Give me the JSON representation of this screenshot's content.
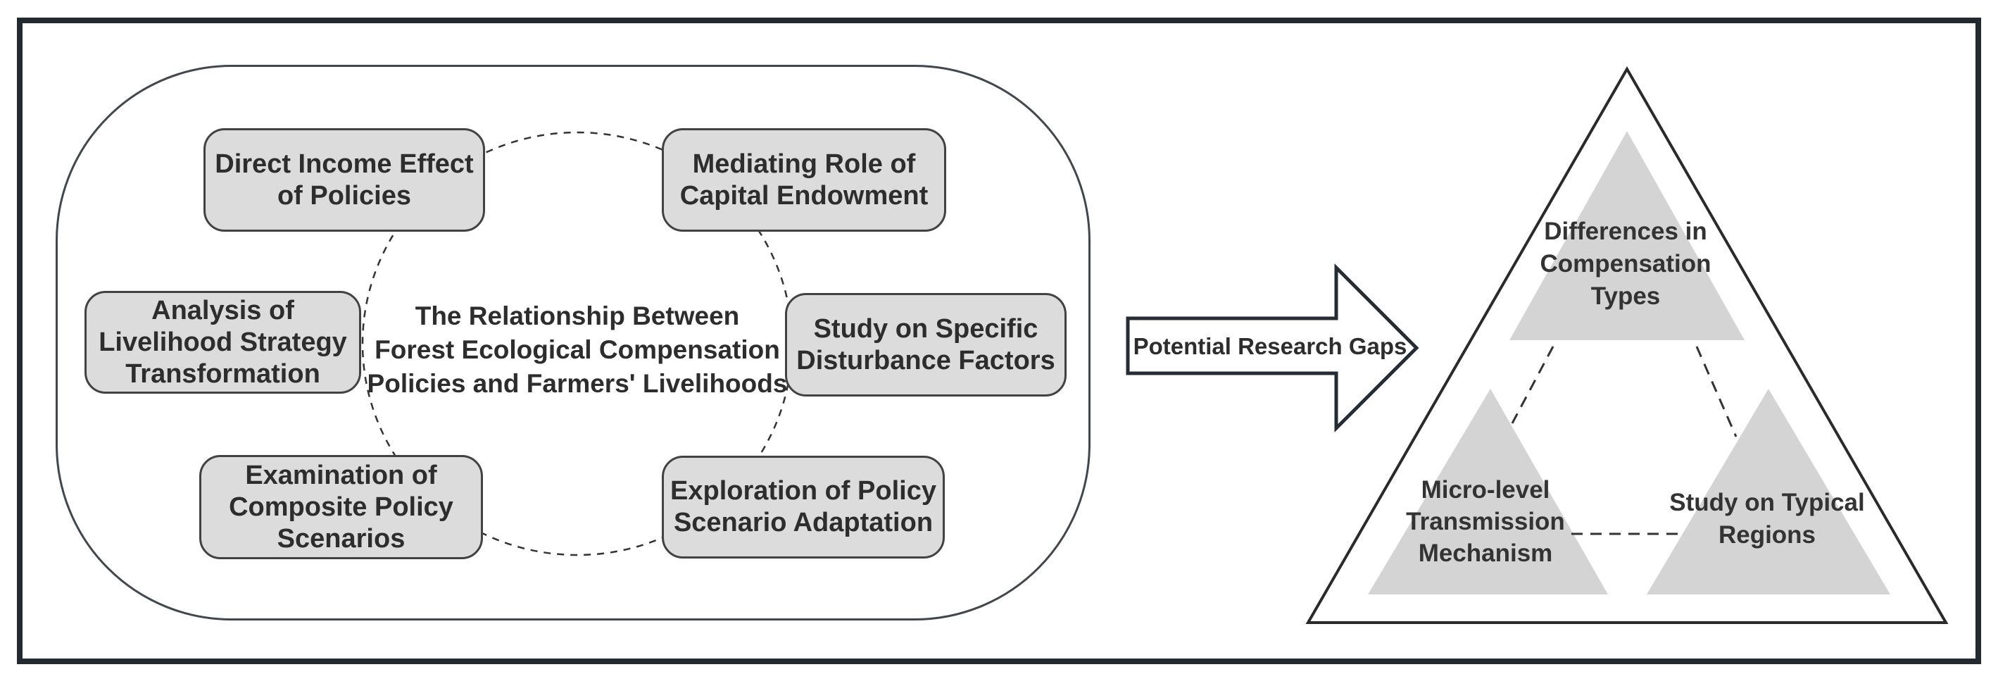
{
  "diagram": {
    "oval": {
      "center_label": "The Relationship Between\nForest Ecological Compensation\nPolicies and Farmers' Livelihoods",
      "nodes": [
        {
          "label": "Direct Income Effect\nof Policies"
        },
        {
          "label": "Mediating Role of\nCapital Endowment"
        },
        {
          "label": "Analysis of\nLivelihood Strategy\nTransformation"
        },
        {
          "label": "Study on Specific\nDisturbance Factors"
        },
        {
          "label": "Examination of\nComposite Policy\nScenarios"
        },
        {
          "label": "Exploration of Policy\nScenario Adaptation"
        }
      ]
    },
    "arrow": {
      "label": "Potential Research Gaps"
    },
    "pyramid": {
      "items": [
        {
          "label": "Differences in\nCompensation\nTypes"
        },
        {
          "label": "Micro-level\nTransmission\nMechanism"
        },
        {
          "label": "Study on Typical\nRegions"
        }
      ]
    },
    "colors": {
      "frame": "#232930",
      "shape_outline": "#42474e",
      "node_fill": "#dcdcdc",
      "node_border": "#424242",
      "pyramid_fill": "#d4d4d4",
      "dashed_line": "#333333",
      "text": "#2d2d2d"
    }
  }
}
